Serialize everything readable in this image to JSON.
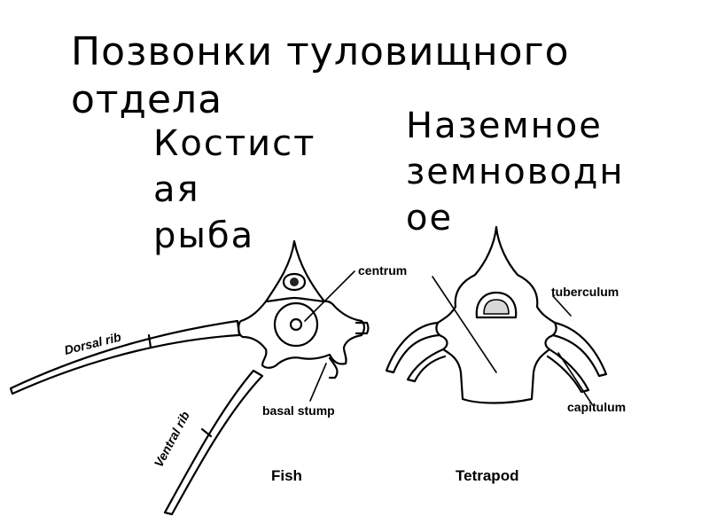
{
  "slide": {
    "title": "Позвонки туловищного отдела",
    "fish_caption_lines": [
      "Костист",
      "ая",
      "рыба"
    ],
    "tetrapod_caption_lines": [
      "Наземное",
      "земноводн",
      "ое"
    ]
  },
  "diagram": {
    "labels": {
      "centrum": "centrum",
      "dorsal_rib": "Dorsal rib",
      "ventral_rib": "Ventral rib",
      "basal_stump": "basal stump",
      "fish": "Fish",
      "tuberculum": "tuberculum",
      "capitulum": "capitulum",
      "tetrapod": "Tetrapod"
    },
    "colors": {
      "ink": "#000000",
      "background": "#ffffff"
    }
  }
}
